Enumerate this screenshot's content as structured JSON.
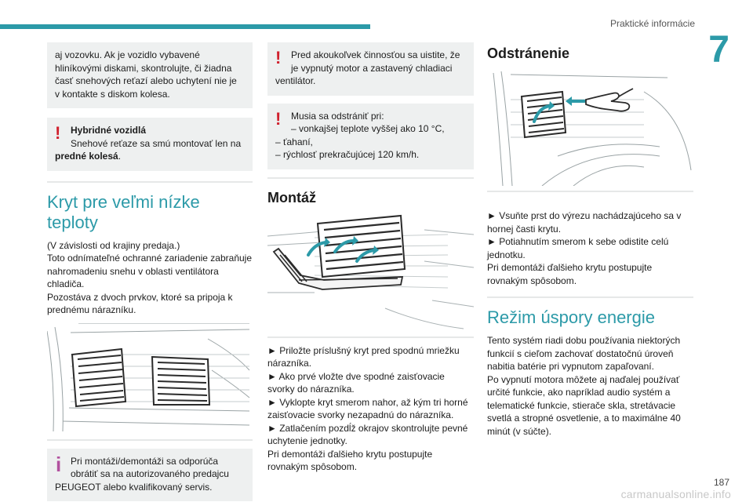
{
  "header": {
    "section_title": "Praktické informácie",
    "chapter_number": "7"
  },
  "col1": {
    "intro_lines": [
      "aj vozovku. Ak je vozidlo vybavené",
      "hliníkovými diskami, skontrolujte, či žiadna",
      "časť snehových reťazí alebo uchytení nie je",
      "v kontakte s diskom kolesa."
    ],
    "warn_title": "Hybridné vozidlá",
    "warn_line1": "Snehové reťaze sa smú montovať len na",
    "warn_bold": "predné kolesá",
    "warn_end": ".",
    "section_title_line1": "Kryt pre veľmi nízke",
    "section_title_line2": "teploty",
    "body_lines": [
      "(V závislosti od krajiny predaja.)",
      "Toto odnímateľné ochranné zariadenie zabraňuje",
      "nahromadeniu snehu v oblasti ventilátora",
      "chladiča.",
      "Pozostáva z dvoch prvkov, ktoré sa pripoja k",
      "prednému nárazníku."
    ],
    "info_lines": [
      "Pri montáži/demontáži sa odporúča",
      "obrátiť sa na autorizovaného predajcu",
      "PEUGEOT alebo kvalifikovaný servis."
    ]
  },
  "col2": {
    "warn1_lines": [
      "Pred akoukoľvek činnosťou sa uistite, že",
      "je vypnutý motor a zastavený chladiaci",
      "ventilátor."
    ],
    "warn2_lines": [
      "Musia sa odstrániť pri:",
      "–  vonkajšej teplote vyššej ako 10 °C,",
      "–  ťahaní,",
      "–  rýchlosť prekračujúcej 120 km/h."
    ],
    "heading": "Montáž",
    "steps": [
      "► Priložte príslušný kryt pred spodnú mriežku",
      "nárazníka.",
      "► Ako prvé vložte dve spodné zaisťovacie",
      "svorky do nárazníka.",
      "► Vyklopte kryt smerom nahor, až kým tri horné",
      "zaisťovacie svorky nezapadnú do nárazníka.",
      "► Zatlačením pozdĺž okrajov skontrolujte pevné",
      "uchytenie jednotky.",
      "Pri demontáži ďalšieho krytu postupujte",
      "rovnakým spôsobom."
    ]
  },
  "col3": {
    "heading": "Odstránenie",
    "steps": [
      "► Vsuňte prst do výrezu nachádzajúceho sa v",
      "hornej časti krytu.",
      "► Potiahnutím smerom k sebe odistite celú",
      "jednotku.",
      "Pri demontáži ďalšieho krytu postupujte",
      "rovnakým spôsobom."
    ],
    "section_title": "Režim úspory energie",
    "body_lines": [
      "Tento systém riadi dobu používania niektorých",
      "funkcií s cieľom zachovať dostatočnú úroveň",
      "nabitia batérie pri vypnutom zapaľovaní.",
      "Po vypnutí motora môžete aj naďalej používať",
      "určité funkcie, ako napríklad audio systém a",
      "telematické funkcie, stierače skla, stretávacie",
      "svetlá a stropné osvetlenie, a to maximálne 40",
      "minút (v súčte)."
    ]
  },
  "footer": {
    "page_number": "187",
    "watermark": "carmanualsonline.info"
  },
  "colors": {
    "accent": "#2c9aa8",
    "warning": "#d0202d",
    "info": "#b2519f",
    "box_bg": "#eef0f0"
  },
  "icons": {
    "warning": "!",
    "info": "i"
  }
}
